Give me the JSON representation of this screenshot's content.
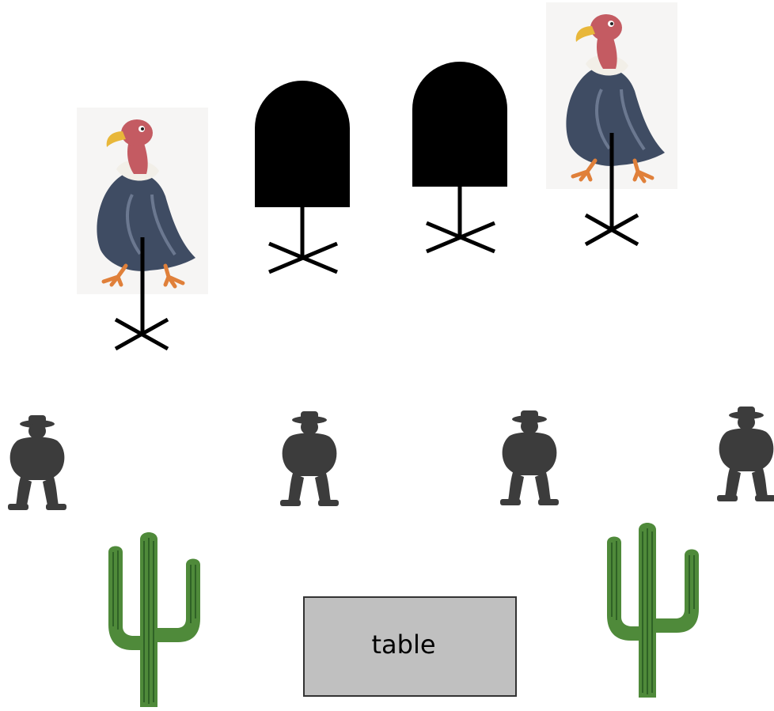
{
  "scene": {
    "table": {
      "label": "table"
    },
    "vultures": [
      {
        "name": "vulture-1",
        "state": "revealed",
        "icon": "vulture-icon"
      },
      {
        "name": "vulture-2",
        "state": "hidden",
        "icon": "silhouette-icon"
      },
      {
        "name": "vulture-3",
        "state": "hidden",
        "icon": "silhouette-icon"
      },
      {
        "name": "vulture-4",
        "state": "revealed",
        "icon": "vulture-icon"
      }
    ],
    "cowboys": [
      {
        "name": "cowboy-1",
        "icon": "cowboy-silhouette-icon"
      },
      {
        "name": "cowboy-2",
        "icon": "cowboy-silhouette-icon"
      },
      {
        "name": "cowboy-3",
        "icon": "cowboy-silhouette-icon"
      },
      {
        "name": "cowboy-4",
        "icon": "cowboy-silhouette-icon"
      }
    ],
    "cacti": [
      {
        "name": "cactus-1",
        "icon": "cactus-icon"
      },
      {
        "name": "cactus-2",
        "icon": "cactus-icon"
      }
    ],
    "colors": {
      "silhouette": "#000000",
      "cowboy": "#3c3c3c",
      "cactus": "#4f8a3a",
      "table_fill": "#c0c0c0",
      "table_border": "#333333",
      "vulture_body": "#3f4c63",
      "vulture_head": "#c45b62",
      "vulture_beak": "#e8b73a",
      "vulture_ruff": "#f2efe8",
      "vulture_feet": "#e0803a"
    }
  }
}
